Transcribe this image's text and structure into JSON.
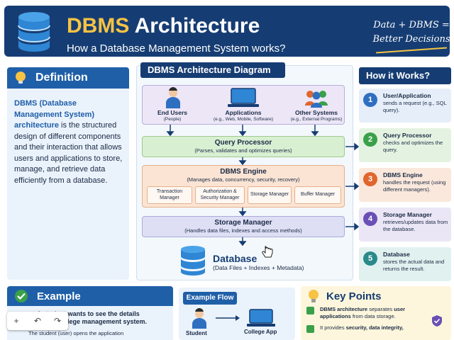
{
  "header": {
    "title_accent": "DBMS",
    "title_rest": " Architecture",
    "subtitle": "How a Database Management System works?",
    "tagline_line1": "Data + DBMS =",
    "tagline_line2": "Better Decisions"
  },
  "definition": {
    "heading": "Definition",
    "term": "DBMS (Database Management System) architecture",
    "body": " is the structured design of different components and their interaction that allows users and applications to store, manage, and retrieve data efficiently from a database."
  },
  "diagram": {
    "title": "DBMS Architecture Diagram",
    "users": [
      {
        "name": "End Users",
        "sub": "(People)"
      },
      {
        "name": "Applications",
        "sub": "(e.g., Web, Mobile, Software)"
      },
      {
        "name": "Other Systems",
        "sub": "(e.g., External Programs)"
      }
    ],
    "query_processor": {
      "title": "Query Processor",
      "sub": "(Parses, validates and optimizes queries)"
    },
    "engine": {
      "title": "DBMS Engine",
      "sub": "(Manages data, concurrency, security, recovery)",
      "modules": [
        "Transaction Manager",
        "Authorization & Security Manager",
        "Storage Manager",
        "Buffer Manager"
      ]
    },
    "storage_manager": {
      "title": "Storage Manager",
      "sub": "(Handles data files, indexes and access methods)"
    },
    "database": {
      "title": "Database",
      "sub": "(Data Files + Indexes + Metadata)"
    }
  },
  "how": {
    "heading": "How it Works?",
    "steps": [
      {
        "num": "1",
        "title": "User/Application",
        "desc": "sends a request (e.g., SQL query).",
        "color": "#2f6fc0",
        "bg": "#e6eef9"
      },
      {
        "num": "2",
        "title": "Query Processor",
        "desc": "checks and optimizes the query.",
        "color": "#3aa04a",
        "bg": "#e4f3e1"
      },
      {
        "num": "3",
        "title": "DBMS Engine",
        "desc": "handles the request (using different managers).",
        "color": "#e0662e",
        "bg": "#fbe8dc"
      },
      {
        "num": "4",
        "title": "Storage Manager",
        "desc": "retrieves/updates data from the database.",
        "color": "#6a4fb5",
        "bg": "#ebe6f6"
      },
      {
        "num": "5",
        "title": "Database",
        "desc": "stores the actual data and returns the result.",
        "color": "#2a8a8a",
        "bg": "#e1f1ef"
      }
    ]
  },
  "example": {
    "heading": "Example",
    "line1": "A student wants to see the details",
    "line2": "from a college management system.",
    "line3": "The student (user) opens the application"
  },
  "example_flow": {
    "heading": "Example Flow",
    "student": "Student",
    "app": "College App"
  },
  "key_points": {
    "heading": "Key Points",
    "item1_bold": "DBMS architecture",
    "item1_rest": " separates ",
    "item1_bold2": "user applications",
    "item1_rest2": " from data storage.",
    "item2_rest": "It provides ",
    "item2_bold": "security, data integrity,"
  },
  "colors": {
    "navy": "#163d73",
    "blue": "#1f5fa8",
    "gold": "#f6c343"
  }
}
